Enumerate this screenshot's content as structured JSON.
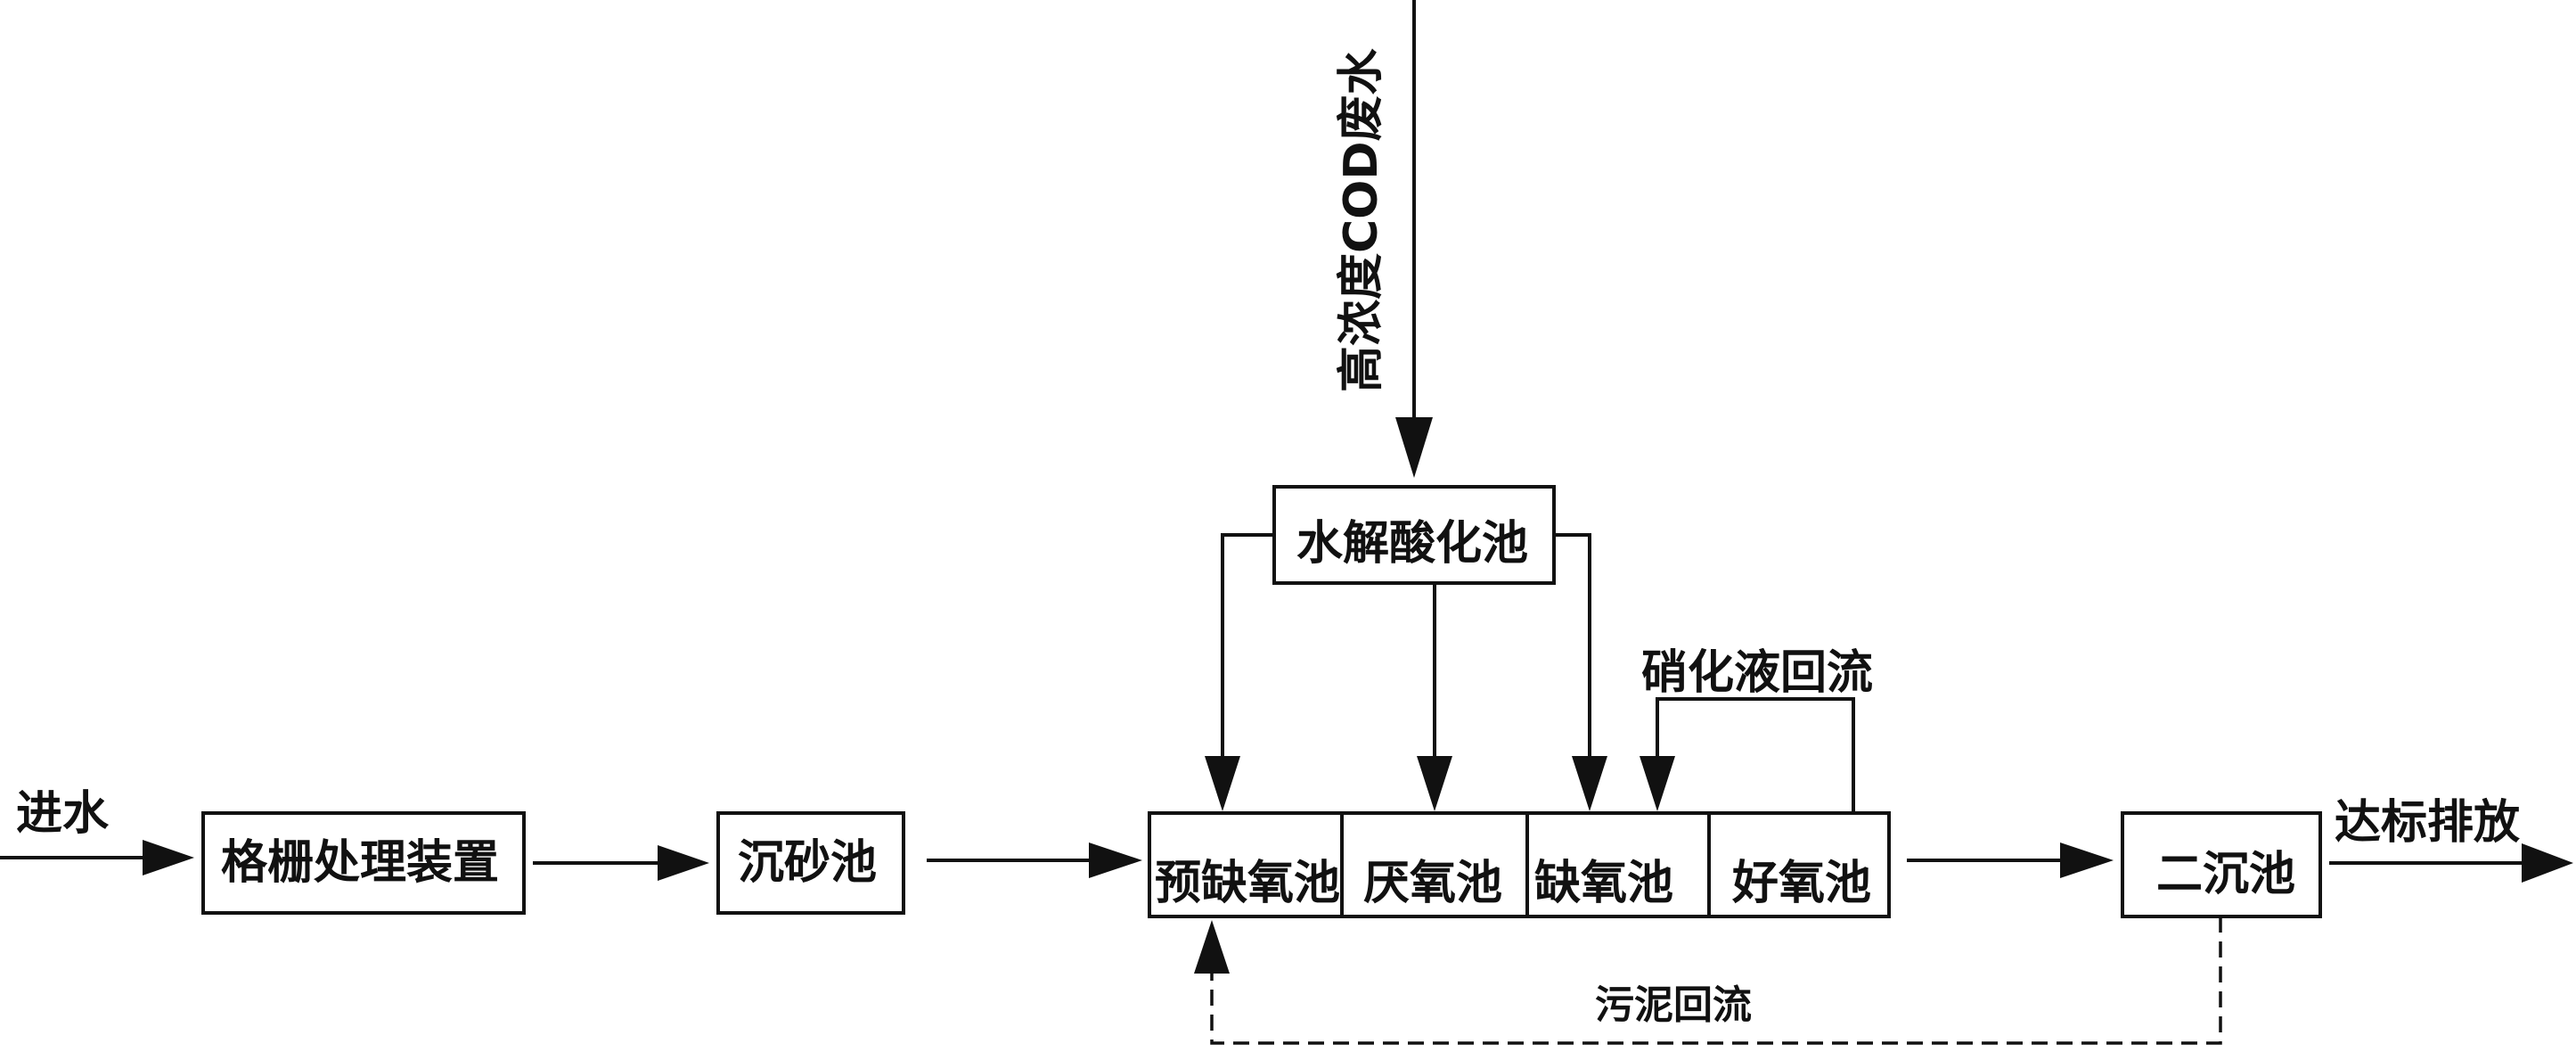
{
  "diagram": {
    "input_label": "进水",
    "high_cod_label": "高浓度COD废水",
    "nodes": {
      "grid": "格栅处理装置",
      "grit": "沉砂池",
      "hydrolysis": "水解酸化池",
      "pre_anoxic": "预缺氧池",
      "anaerobic": "厌氧池",
      "anoxic": "缺氧池",
      "aerobic": "好氧池",
      "secondary": "二沉池"
    },
    "nitrified_return_label": "硝化液回流",
    "sludge_return_label": "污泥回流",
    "discharge_label": "达标排放"
  }
}
